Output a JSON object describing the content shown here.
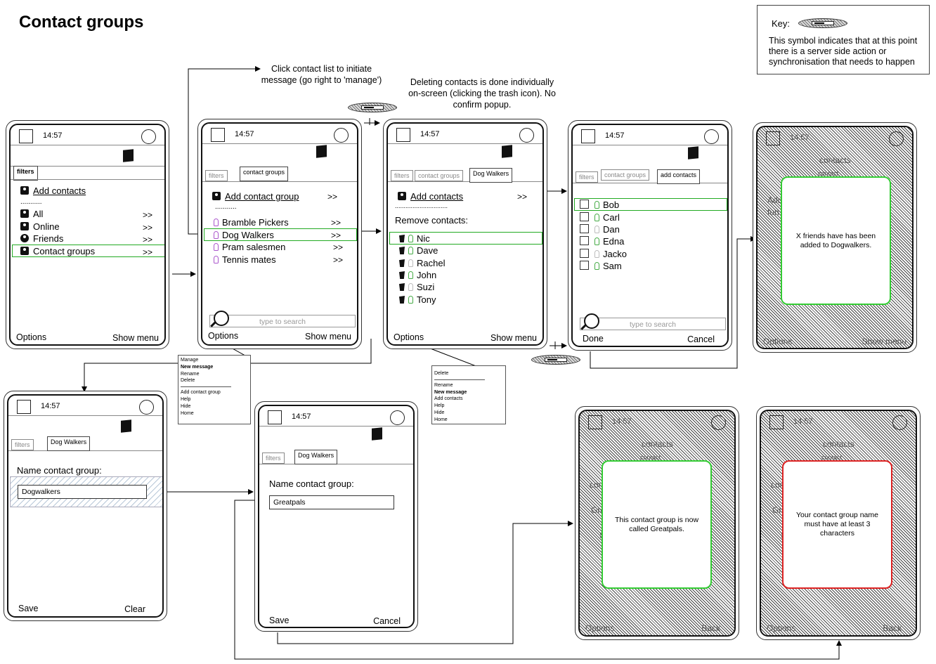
{
  "page_title": "Contact groups",
  "key": {
    "label": "Key:",
    "text": "This symbol indicates that at this point there is a server side action or synchronisation that needs to happen"
  },
  "notes": {
    "click_list": [
      "Click contact list to initiate",
      "message (go right to 'manage')"
    ],
    "deleting": [
      "Deleting contacts is done individually",
      "on-screen (clicking the trash icon). No",
      "confirm popup."
    ]
  },
  "common": {
    "time": "14:57",
    "options": "Options",
    "show_menu": "Show menu",
    "search_placeholder": "type to search",
    "filters": "filters",
    "contact_groups": "contact groups",
    "dog_walkers": "Dog Walkers",
    "add_contacts_tab": "add contacts",
    "save": "Save",
    "clear": "Clear",
    "cancel": "Cancel",
    "done": "Done"
  },
  "screen1": {
    "add_contacts": "Add contacts",
    "dots": "...........",
    "items": [
      {
        "label": "All",
        "chev": ">>"
      },
      {
        "label": "Online",
        "chev": ">>"
      },
      {
        "label": "Friends",
        "chev": ">>"
      },
      {
        "label": "Contact groups",
        "chev": ">>"
      }
    ]
  },
  "screen2": {
    "add_group": "Add contact group",
    "chev": ">>",
    "dots": "...........",
    "groups": [
      {
        "label": "Bramble Pickers",
        "chev": ">>"
      },
      {
        "label": "Dog Walkers",
        "chev": ">>"
      },
      {
        "label": "Pram salesmen",
        "chev": ">>"
      },
      {
        "label": "Tennis mates",
        "chev": ">>"
      }
    ]
  },
  "screen3": {
    "add_contacts": "Add contacts",
    "chev": ">>",
    "dots": "..............................",
    "remove_label": "Remove contacts:",
    "contacts": [
      "Nic",
      "Dave",
      "Rachel",
      "John",
      "Suzi",
      "Tony"
    ]
  },
  "screen4": {
    "contacts": [
      "Bob",
      "Carl",
      "Dan",
      "Edna",
      "Jacko",
      "Sam"
    ]
  },
  "screen5": {
    "header": "contacts",
    "tab": "contact",
    "ghost_text": "Add",
    "ghost_text2": "fun",
    "popup": "X friends have has been added to Dogwalkers.",
    "options": "Options",
    "show_menu": "Show menu"
  },
  "menu1": {
    "items": [
      "Manage",
      "New message",
      "Rename",
      "Delete",
      "Add contact group",
      "Help",
      "Hide",
      "Home"
    ]
  },
  "menu2": {
    "items": [
      "Delete",
      "Rename",
      "New message",
      "Add contacts",
      "Help",
      "Hide",
      "Home"
    ]
  },
  "screen6": {
    "name_label": "Name contact group:",
    "value": "Dogwalkers"
  },
  "screen7": {
    "name_label": "Name contact group:",
    "value": "Greatpals"
  },
  "screen8": {
    "header": "contacts",
    "tab": "contact",
    "ghost1": "con",
    "ghost2": "Grea",
    "ghost3": "S",
    "popup": "This contact group is now called Greatpals.",
    "options": "Options",
    "back": "Back"
  },
  "screen9": {
    "header": "contacts",
    "tab": "contact",
    "ghost1": "con",
    "ghost2": "Gre",
    "ghost3": "S",
    "popup": "Your contact group name must have at least 3 characters",
    "options": "Options",
    "back": "Back"
  }
}
